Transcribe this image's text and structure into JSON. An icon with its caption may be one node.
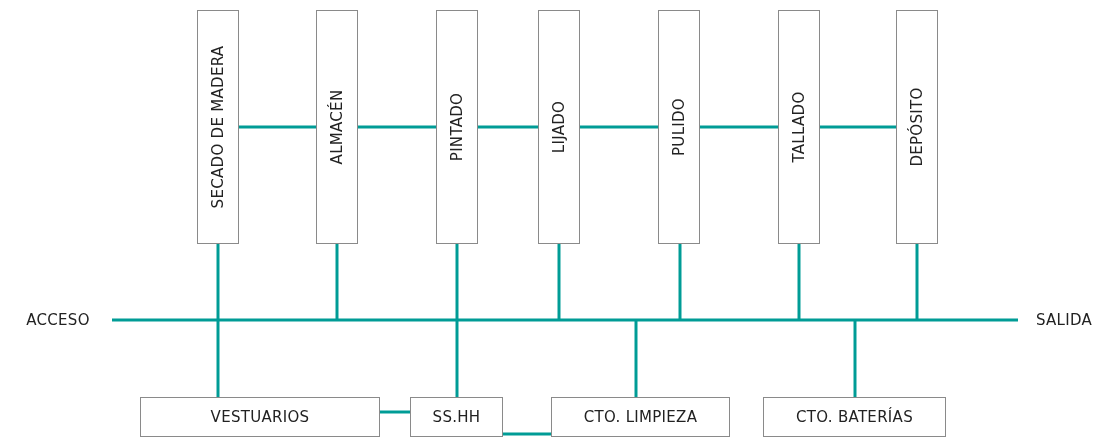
{
  "diagram": {
    "nodes": [
      {
        "text": [
          "SECADO DE MADERA"
        ]
      },
      {
        "text": [
          "ALMACÉN"
        ]
      },
      {
        "text": [
          "PINTADO"
        ]
      },
      {
        "text": [
          "LIJADO"
        ]
      },
      {
        "text": [
          "PULIDO"
        ]
      },
      {
        "text": [
          "TALLADO"
        ]
      },
      {
        "text": [
          "DEPÓSITO"
        ]
      },
      {
        "text": [
          "ACCESO"
        ]
      },
      {
        "text": [
          "SALIDA"
        ]
      },
      {
        "text": [
          "VESTUARIOS"
        ]
      },
      {
        "text": [
          "SS.HH"
        ]
      },
      {
        "text": [
          "CTO. LIMPIEZA"
        ]
      },
      {
        "text": [
          "CTO. BATERÍAS"
        ]
      }
    ],
    "edges": [
      {
        "from": 0,
        "to": 1,
        "arrow": "none"
      },
      {
        "from": 1,
        "to": 2,
        "arrow": "none"
      },
      {
        "from": 2,
        "to": 3,
        "arrow": "none"
      },
      {
        "from": 3,
        "to": 4,
        "arrow": "none"
      },
      {
        "from": 4,
        "to": 5,
        "arrow": "none"
      },
      {
        "from": 5,
        "to": 6,
        "arrow": "none"
      },
      {
        "from": 7,
        "to": 8,
        "arrow": "none"
      },
      {
        "from": 0,
        "to": 9,
        "arrow": "none"
      },
      {
        "from": 1,
        "to": null,
        "arrow": "none"
      },
      {
        "from": 2,
        "to": 10,
        "arrow": "none"
      },
      {
        "from": 3,
        "to": null,
        "arrow": "none"
      },
      {
        "from": 4,
        "to": null,
        "arrow": "none"
      },
      {
        "from": 5,
        "to": null,
        "arrow": "none"
      },
      {
        "from": 6,
        "to": null,
        "arrow": "none"
      },
      {
        "from": null,
        "to": 11,
        "arrow": "none"
      },
      {
        "from": null,
        "to": 12,
        "arrow": "none"
      },
      {
        "from": 9,
        "to": 10,
        "arrow": "none"
      },
      {
        "from": 10,
        "to": 11,
        "arrow": "none"
      }
    ]
  }
}
